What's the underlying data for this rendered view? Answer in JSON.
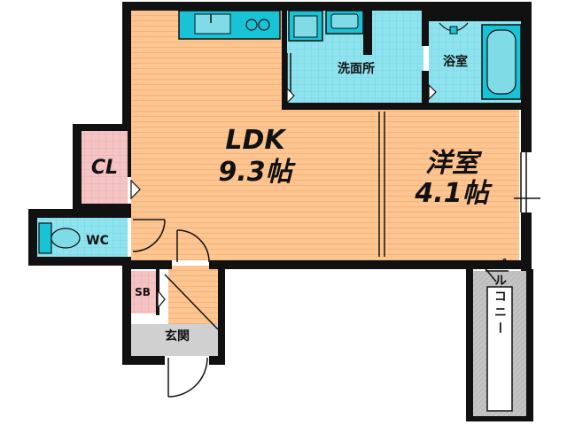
{
  "rooms": {
    "ldk": {
      "label": "LDK",
      "size": "9.3帖"
    },
    "western": {
      "label": "洋室",
      "size": "4.1帖"
    },
    "washroom": {
      "label": "洗面所"
    },
    "bath": {
      "label": "浴室"
    },
    "closet": {
      "label": "CL"
    },
    "toilet": {
      "label": "WC"
    },
    "shoe_box": {
      "label": "SB"
    },
    "entrance": {
      "label": "玄関"
    },
    "balcony": {
      "label": "バルコニー"
    }
  },
  "colors": {
    "wood_floor": "#fcc591",
    "tile_floor": "#8ee3ee",
    "closet_floor": "#f5c4c4",
    "entrance_floor": "#d0d0d0",
    "balcony_floor": "#c4c4c4",
    "fixture": "#18c3d6",
    "wall": "#111111"
  }
}
